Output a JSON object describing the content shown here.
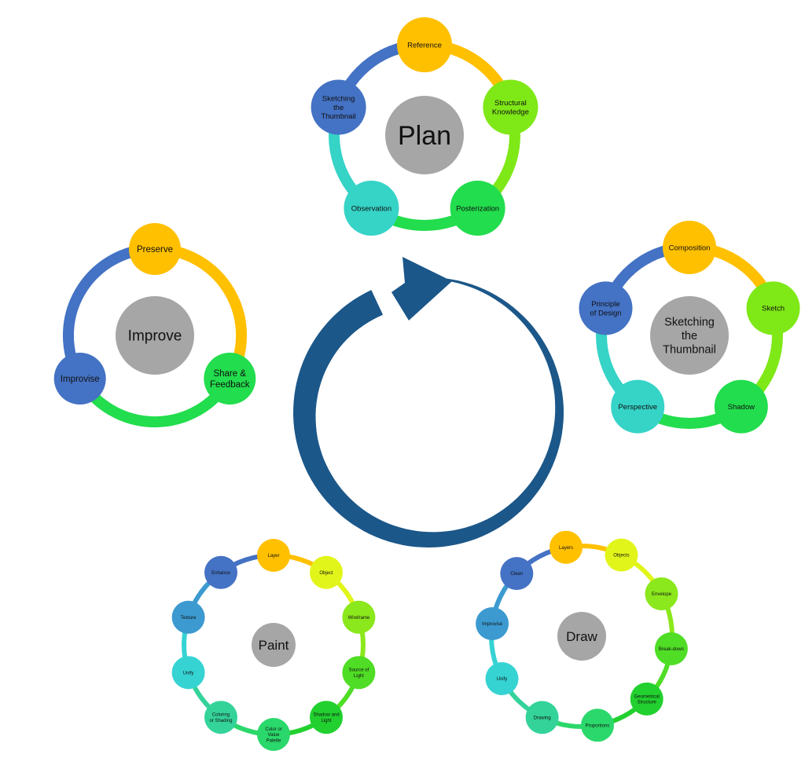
{
  "cycles": [
    {
      "id": "plan",
      "center": "Plan",
      "nodes": [
        {
          "label": "Reference",
          "color": "#FFC000"
        },
        {
          "label": "Structural Knowledge",
          "color": "#7FE817"
        },
        {
          "label": "Posterization",
          "color": "#22DD4D"
        },
        {
          "label": "Observation",
          "color": "#36D3C7"
        },
        {
          "label": "Sketching the Thumbnail",
          "color": "#4472C4"
        }
      ]
    },
    {
      "id": "improve",
      "center": "Improve",
      "nodes": [
        {
          "label": "Preserve",
          "color": "#FFC000"
        },
        {
          "label": "Share & Feedback",
          "color": "#22DD4D"
        },
        {
          "label": "Improvise",
          "color": "#4472C4"
        }
      ]
    },
    {
      "id": "sketching",
      "center": "Sketching the Thumbnail",
      "nodes": [
        {
          "label": "Composition",
          "color": "#FFC000"
        },
        {
          "label": "Sketch",
          "color": "#7FE817"
        },
        {
          "label": "Shadow",
          "color": "#22DD4D"
        },
        {
          "label": "Perspective",
          "color": "#36D3C7"
        },
        {
          "label": "Principle of Design",
          "color": "#4472C4"
        }
      ]
    },
    {
      "id": "paint",
      "center": "Paint",
      "nodes": [
        {
          "label": "Layer",
          "color": "#FFC000"
        },
        {
          "label": "Object",
          "color": "#E2F51A"
        },
        {
          "label": "Wireframe",
          "color": "#8BE81C"
        },
        {
          "label": "Source of Light",
          "color": "#4FDD25"
        },
        {
          "label": "Shadow and Light",
          "color": "#22D02F"
        },
        {
          "label": "Color or Value Palette",
          "color": "#2BD86B"
        },
        {
          "label": "Coloring or Shading",
          "color": "#33D39A"
        },
        {
          "label": "Unify",
          "color": "#36D3D3"
        },
        {
          "label": "Texture",
          "color": "#3C9AD0"
        },
        {
          "label": "Enhance",
          "color": "#4472C4"
        }
      ]
    },
    {
      "id": "draw",
      "center": "Draw",
      "nodes": [
        {
          "label": "Layers",
          "color": "#FFC000"
        },
        {
          "label": "Objects",
          "color": "#E2F51A"
        },
        {
          "label": "Envelope",
          "color": "#8BE81C"
        },
        {
          "label": "Break-down",
          "color": "#4FDD25"
        },
        {
          "label": "Geometrical Structure",
          "color": "#22D02F"
        },
        {
          "label": "Proportions",
          "color": "#2BD86B"
        },
        {
          "label": "Drawing",
          "color": "#33D39A"
        },
        {
          "label": "Unify",
          "color": "#36D3D3"
        },
        {
          "label": "Improvise",
          "color": "#3C9AD0"
        },
        {
          "label": "Clean",
          "color": "#4472C4"
        }
      ]
    }
  ],
  "colors": {
    "center_fill": "#A6A6A6",
    "cycle_arrow": "#1B5789"
  }
}
